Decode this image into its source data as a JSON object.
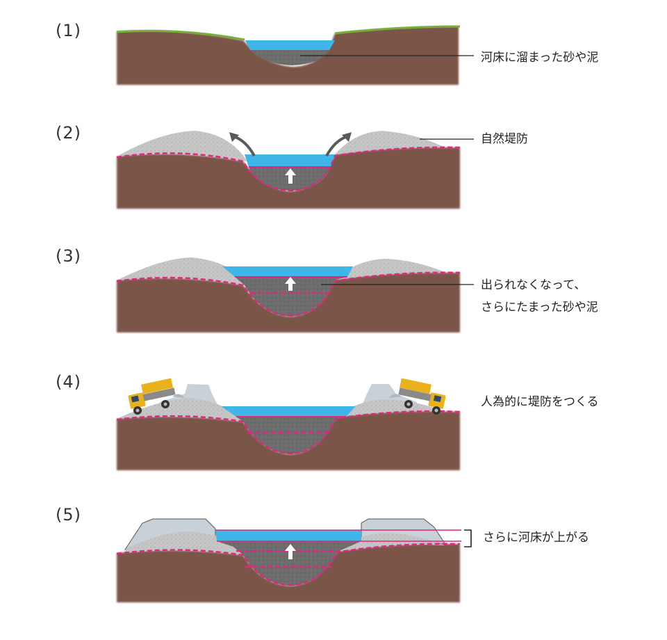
{
  "steps": [
    {
      "number": "(1)",
      "labels": [
        "河床に溜まった砂や泥"
      ]
    },
    {
      "number": "(2)",
      "labels": [
        "自然堤防"
      ]
    },
    {
      "number": "(3)",
      "labels": [
        "出られなくなって、",
        "さらにたまった砂や泥"
      ]
    },
    {
      "number": "(4)",
      "labels": [
        "人為的に堤防をつくる"
      ]
    },
    {
      "number": "(5)",
      "labels": [
        "さらに河床が上がる"
      ]
    }
  ],
  "colors": {
    "soil": "#7b5549",
    "grass": "#72b234",
    "water": "#3fb6e8",
    "sediment": "#6e6e6e",
    "levee_sand": "#c9c9c9",
    "levee_artificial": "#c8d0d8",
    "boundary_magenta": "#e0267d",
    "arrow_gray": "#5a5a5a",
    "leader_line": "#222222"
  }
}
